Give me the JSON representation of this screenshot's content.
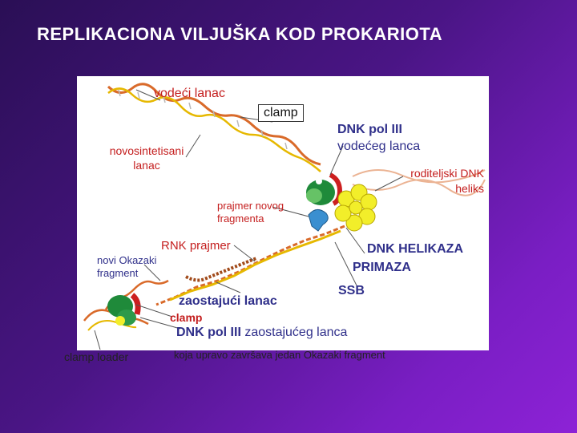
{
  "title": "REPLIKACIONA VILJUŠKA KOD PROKARIOTA",
  "labels": {
    "vodeci_lanac": "vodeći lanac",
    "clamp_top": "clamp",
    "dnk_pol_lead_1": "DNK pol III",
    "dnk_pol_lead_2": "vodećeg lanca",
    "novosintetisani_1": "novosintetisani",
    "novosintetisani_2": "lanac",
    "roditeljski_1": "roditeljski DNK",
    "roditeljski_2": "heliks",
    "prajmer_novog_1": "prajmer novog",
    "prajmer_novog_2": "fragmenta",
    "rnk_prajmer": "RNK prajmer",
    "helikaza_1": "DNK  HELIKAZA",
    "helikaza_2": "PRIMAZA",
    "novi_okazaki_1": "novi Okazaki",
    "novi_okazaki_2": "fragment",
    "zaostajuci": "zaostajući lanac",
    "ssb": "SSB",
    "clamp_bottom": "clamp",
    "pol_lag_bold": "DNK pol III",
    "pol_lag_rest": " zaostajućeg lanca",
    "clamp_loader": "clamp loader",
    "koja_upravo": "koja upravo završava jedan Okazaki fragment"
  },
  "colors": {
    "parent_strand": "#d96a2a",
    "new_strand": "#e6b800",
    "polymerase_green": "#1f8a3a",
    "clamp_red": "#cc1f1f",
    "helicase_yellow": "#f2ee2a",
    "primase_blue": "#3a8fd0",
    "background": "#5a1a9a"
  }
}
